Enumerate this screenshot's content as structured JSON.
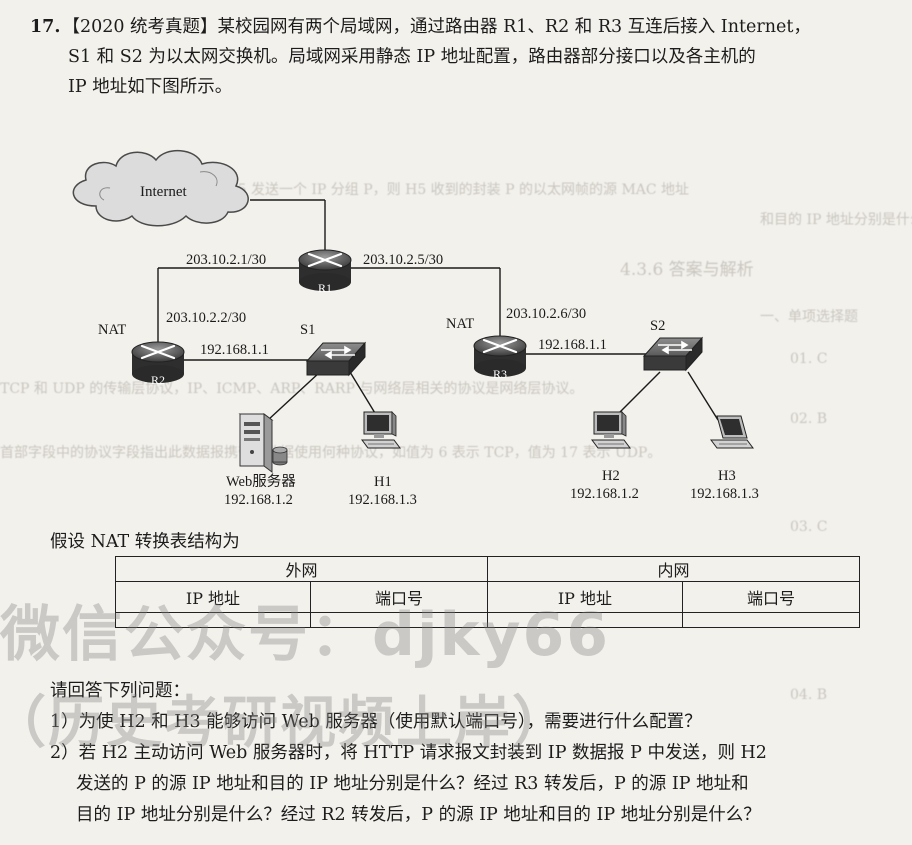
{
  "question": {
    "number": "17.",
    "line1": "【2020 统考真题】某校园网有两个局域网，通过路由器 R1、R2 和 R3 互连后接入 Internet，",
    "line2": "S1 和 S2 为以太网交换机。局域网采用静态 IP 地址配置，路由器部分接口以及各主机的",
    "line3": "IP 地址如下图所示。"
  },
  "diagram": {
    "cloud_label": "Internet",
    "r1_label": "R1",
    "r2_label": "R2",
    "r3_label": "R3",
    "s1_label": "S1",
    "s2_label": "S2",
    "r1_left_ip": "203.10.2.1/30",
    "r1_right_ip": "203.10.2.5/30",
    "r2_wan_ip": "203.10.2.2/30",
    "r3_wan_ip": "203.10.2.6/30",
    "r2_lan_ip": "192.168.1.1",
    "r3_lan_ip": "192.168.1.1",
    "nat_left": "NAT",
    "nat_right": "NAT",
    "web_name": "Web服务器",
    "web_ip": "192.168.1.2",
    "h1_name": "H1",
    "h1_ip": "192.168.1.3",
    "h2_name": "H2",
    "h2_ip": "192.168.1.2",
    "h3_name": "H3",
    "h3_ip": "192.168.1.3"
  },
  "nat_table": {
    "caption": "假设 NAT 转换表结构为",
    "group_external": "外网",
    "group_internal": "内网",
    "col_ip": "IP 地址",
    "col_port": "端口号"
  },
  "questions": {
    "intro": "请回答下列问题：",
    "q1": "1）为使 H2 和 H3 能够访问 Web 服务器（使用默认端口号），需要进行什么配置？",
    "q2_line1": "2）若 H2 主动访问 Web 服务器时，将 HTTP 请求报文封装到 IP 数据报 P 中发送，则 H2",
    "q2_line2": "发送的 P 的源 IP 地址和目的 IP 地址分别是什么？经过 R3 转发后，P 的源 IP 地址和",
    "q2_line3": "目的 IP 地址分别是什么？经过 R2 转发后，P 的源 IP 地址和目的 IP 地址分别是什么？"
  },
  "watermark": {
    "line1": "微信公众号：djky66",
    "line2": "（历史考研视频上岸）"
  },
  "bleed_through": {
    "b1": "4）若 H4 向 H5 发送一个 IP 分组 P，则 H5 收到的封装 P 的以太网帧的源 MAC 地址",
    "b2": "和目的 IP 地址分别是什么？",
    "b3": "4.3.6  答案与解析",
    "b4": "一、单项选择题",
    "b5": "01. C",
    "b6": "TCP 和 UDP 的传输层协议，IP、ICMP、ARP、RARP 与网络层相关的协议是网络层协议。",
    "b7": "02. B",
    "b8": "首部字段中的协议字段指出此数据报携带的数据使用何种协议，如值为 6 表示 TCP，值为 17 表示 UDP。",
    "b9": "03. C",
    "b10": "04. B"
  }
}
